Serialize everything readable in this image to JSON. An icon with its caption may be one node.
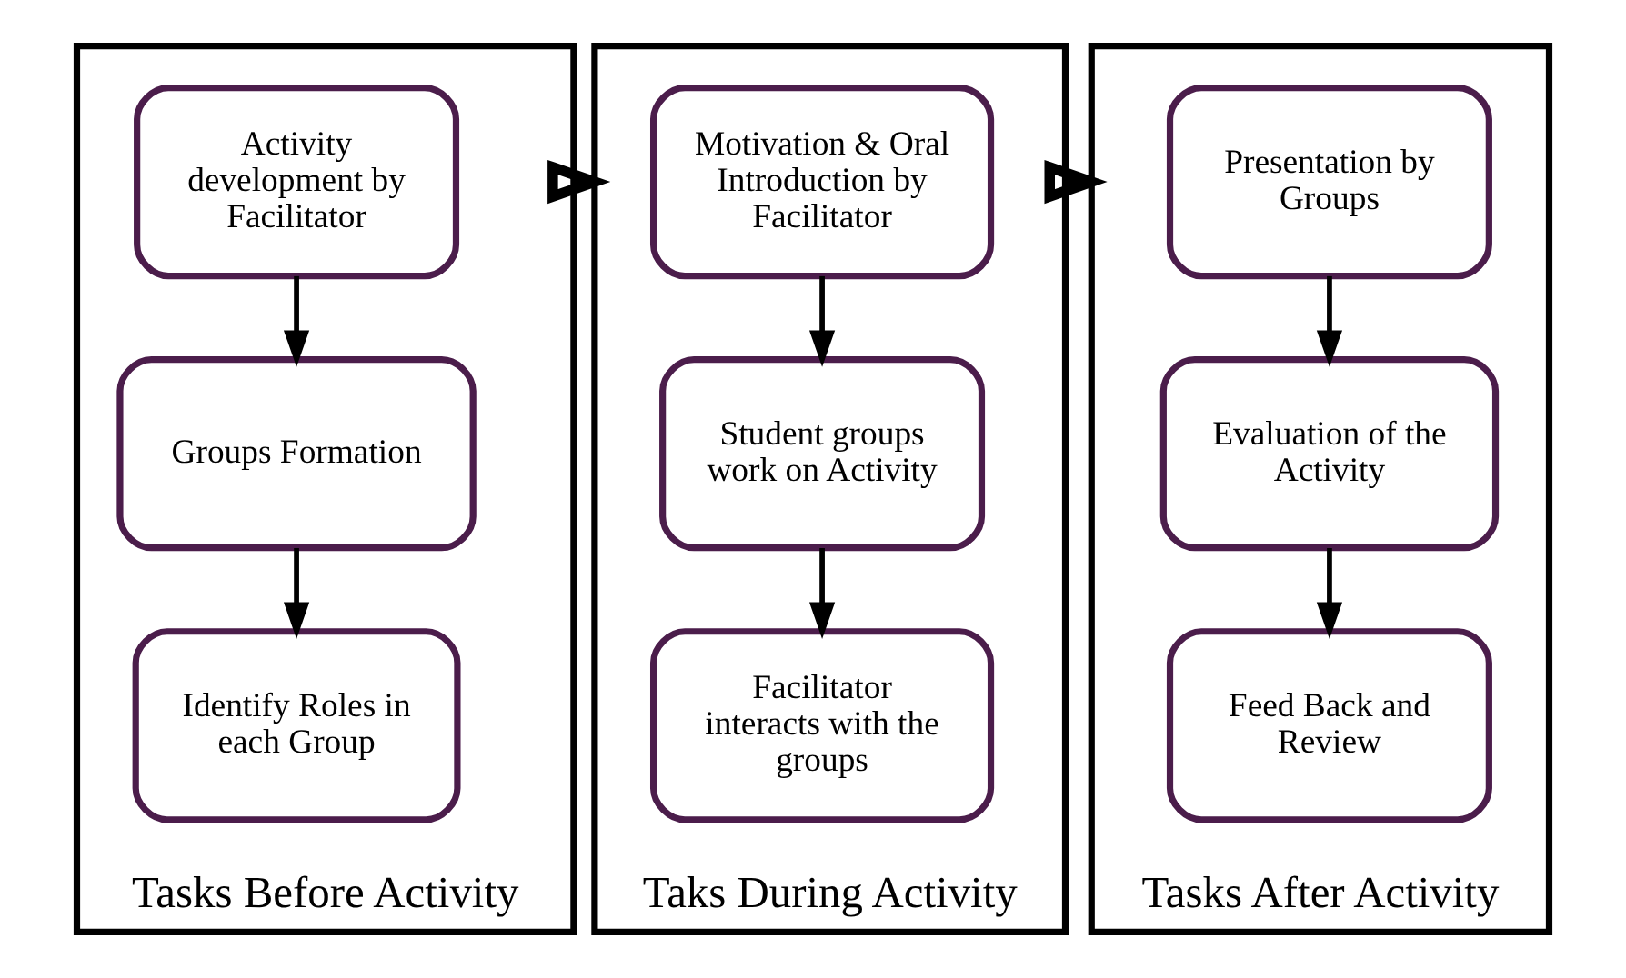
{
  "diagram": {
    "nodes": [
      {
        "text": [
          "Tasks Before Activity"
        ]
      },
      {
        "text": [
          "Activity development by Facilitator"
        ],
        "in": 0
      },
      {
        "text": [
          "Groups Formation"
        ],
        "in": 0
      },
      {
        "text": [
          "Identify Roles in each Group"
        ],
        "in": 0
      },
      {
        "text": [
          "Taks During Activity"
        ]
      },
      {
        "text": [
          "Motivation & Oral Introduction by Facilitator"
        ],
        "in": 4
      },
      {
        "text": [
          "Student groups work on Activity"
        ],
        "in": 4
      },
      {
        "text": [
          "Facilitator interacts with the groups"
        ],
        "in": 4
      },
      {
        "text": [
          "Tasks After Activity"
        ]
      },
      {
        "text": [
          "Presentation by Groups"
        ],
        "in": 8
      },
      {
        "text": [
          "Evaluation of the Activity"
        ],
        "in": 8
      },
      {
        "text": [
          "Feed Back and Review"
        ],
        "in": 8
      }
    ],
    "edges": [
      {
        "from": 1,
        "to": 2,
        "arrow": "to"
      },
      {
        "from": 2,
        "to": 3,
        "arrow": "to"
      },
      {
        "from": 0,
        "to": 4,
        "arrow": "to",
        "style": "thick"
      },
      {
        "from": 5,
        "to": 6,
        "arrow": "to"
      },
      {
        "from": 6,
        "to": 7,
        "arrow": "to"
      },
      {
        "from": 4,
        "to": 8,
        "arrow": "to",
        "style": "thick"
      },
      {
        "from": 9,
        "to": 10,
        "arrow": "to"
      },
      {
        "from": 10,
        "to": 11,
        "arrow": "to"
      }
    ]
  }
}
